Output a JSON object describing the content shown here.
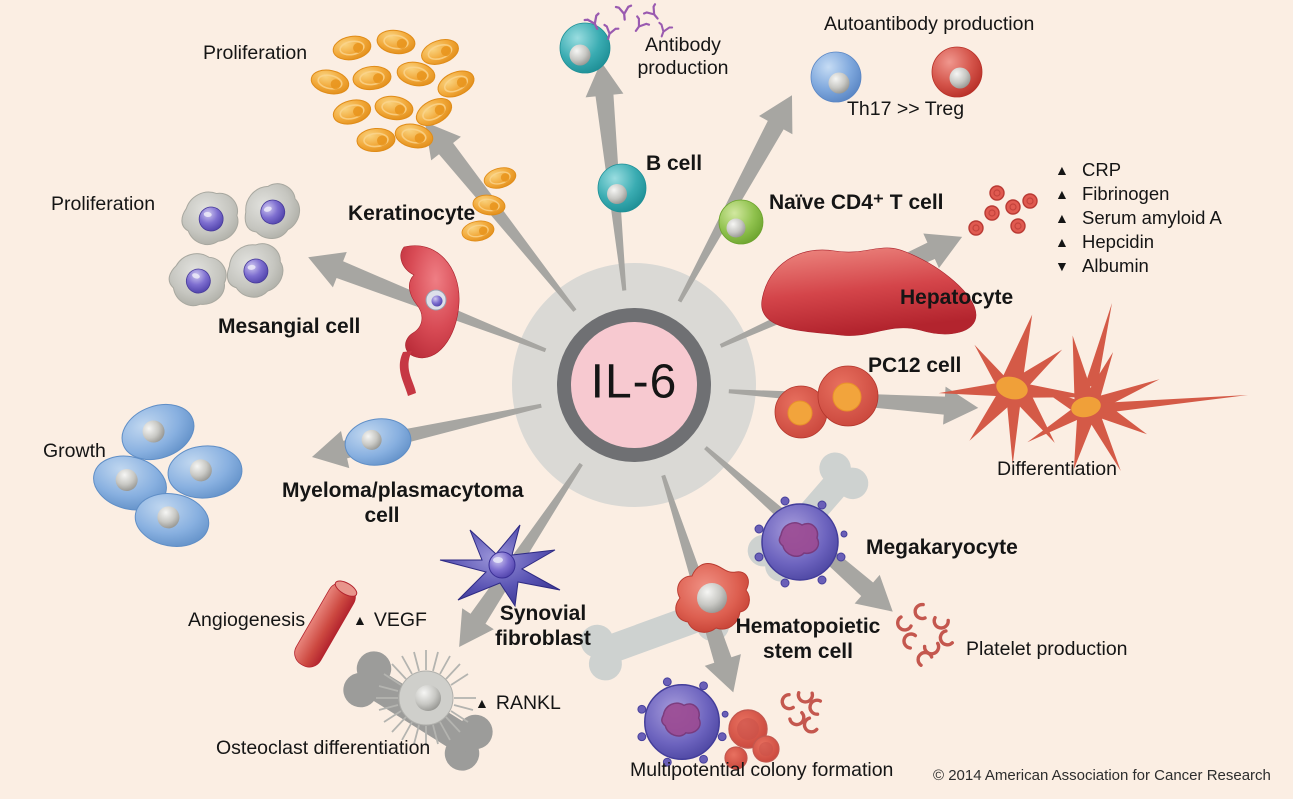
{
  "center": {
    "label": "IL-6"
  },
  "nodes": {
    "keratinocyte": {
      "name": "Keratinocyte",
      "outcome": "Proliferation"
    },
    "b_cell": {
      "name": "B cell",
      "outcome": "Antibody production"
    },
    "naive_cd4_t_cell": {
      "name": "Naïve CD4⁺ T cell",
      "outcome": "Autoantibody production",
      "detail": "Th17 >> Treg"
    },
    "hepatocyte": {
      "name": "Hepatocyte",
      "acute_phase_proteins": [
        {
          "marker": "▲",
          "label": "CRP"
        },
        {
          "marker": "▲",
          "label": "Fibrinogen"
        },
        {
          "marker": "▲",
          "label": "Serum amyloid A"
        },
        {
          "marker": "▲",
          "label": "Hepcidin"
        },
        {
          "marker": "▼",
          "label": "Albumin"
        }
      ]
    },
    "pc12_cell": {
      "name": "PC12 cell",
      "outcome": "Differentiation"
    },
    "megakaryocyte": {
      "name": "Megakaryocyte",
      "outcome": "Platelet production"
    },
    "hematopoietic_stem_cell": {
      "name": "Hematopoietic stem cell",
      "outcome": "Multipotential colony formation"
    },
    "synovial_fibroblast": {
      "name": "Synovial fibroblast",
      "angiogenesis": {
        "label": "Angiogenesis"
      },
      "vegf": {
        "marker": "▲",
        "label": "VEGF"
      },
      "rankl": {
        "marker": "▲",
        "label": "RANKL"
      },
      "osteoclast": {
        "label": "Osteoclast differentiation"
      }
    },
    "myeloma": {
      "name": "Myeloma/plasmacytoma cell",
      "outcome": "Growth"
    },
    "mesangial_cell": {
      "name": "Mesangial cell",
      "outcome": "Proliferation"
    }
  },
  "footer": {
    "copyright": "© 2014  American Association for Cancer Research"
  },
  "colors": {
    "background": "#fbeee3",
    "center_fill": "#f7c9d0",
    "center_ring": "#6f7073",
    "halo": "#dad9d5",
    "arrow": "#a7a6a2",
    "text": "#151515"
  }
}
